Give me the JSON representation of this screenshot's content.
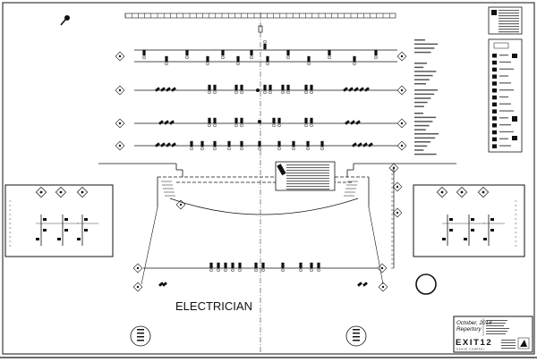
{
  "sheet": {
    "big_label": "ELECTRICIAN",
    "title_block": {
      "date_line": "October, 2018",
      "title_line": "Repertory",
      "logo_text": "EXIT12",
      "logo_subtitle": "DANCE COMPANY"
    }
  },
  "colors": {
    "ink": "#111111",
    "paper": "#ffffff"
  }
}
